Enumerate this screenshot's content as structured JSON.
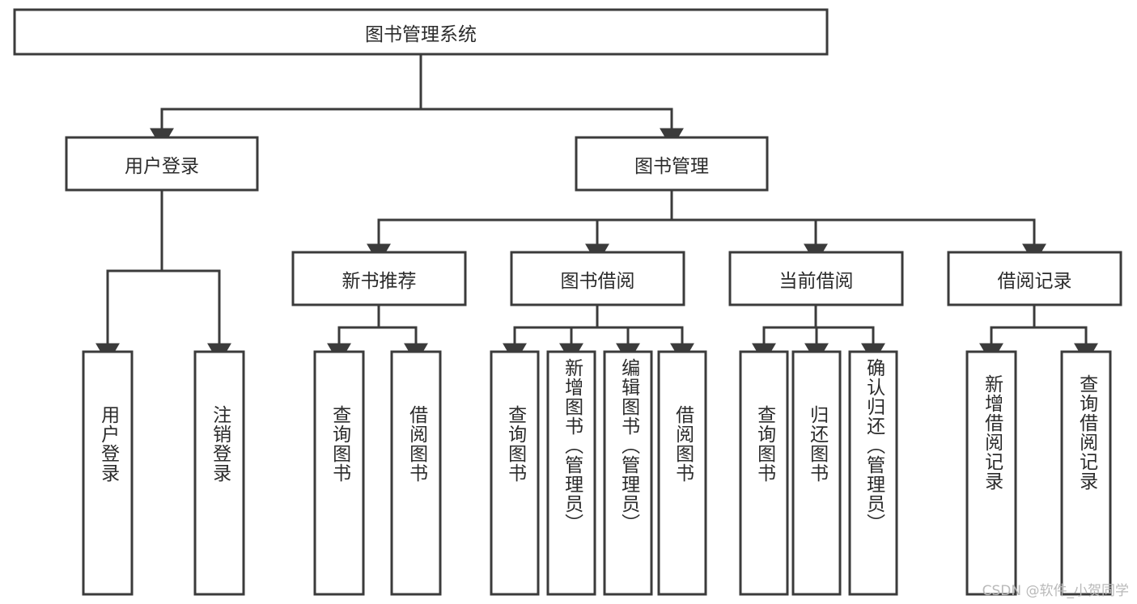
{
  "diagram": {
    "title": "图书管理系统",
    "watermark": "CSDN @软件_小贺同学",
    "colors": {
      "stroke": "#3b3b3b",
      "box_fill": "#ffffff",
      "text": "#2b2b2b",
      "background": "#ffffff",
      "watermark": "#b9b9b9"
    },
    "root": {
      "label": "图书管理系统"
    },
    "level1": [
      {
        "label": "用户登录"
      },
      {
        "label": "图书管理"
      }
    ],
    "level2": [
      {
        "label": "新书推荐"
      },
      {
        "label": "图书借阅"
      },
      {
        "label": "当前借阅"
      },
      {
        "label": "借阅记录"
      }
    ],
    "leaves": {
      "user_login": [
        {
          "label": "用户登录"
        },
        {
          "label": "注销登录"
        }
      ],
      "new_book_recommend": [
        {
          "label": "查询图书"
        },
        {
          "label": "借阅图书"
        }
      ],
      "book_borrow": [
        {
          "label": "查询图书"
        },
        {
          "label": "新增图书（管理员）"
        },
        {
          "label": "编辑图书（管理员）"
        },
        {
          "label": "借阅图书"
        }
      ],
      "current_borrow": [
        {
          "label": "查询图书"
        },
        {
          "label": "归还图书"
        },
        {
          "label": "确认归还（管理员）"
        }
      ],
      "borrow_record": [
        {
          "label": "新增借阅记录"
        },
        {
          "label": "查询借阅记录"
        }
      ]
    }
  }
}
